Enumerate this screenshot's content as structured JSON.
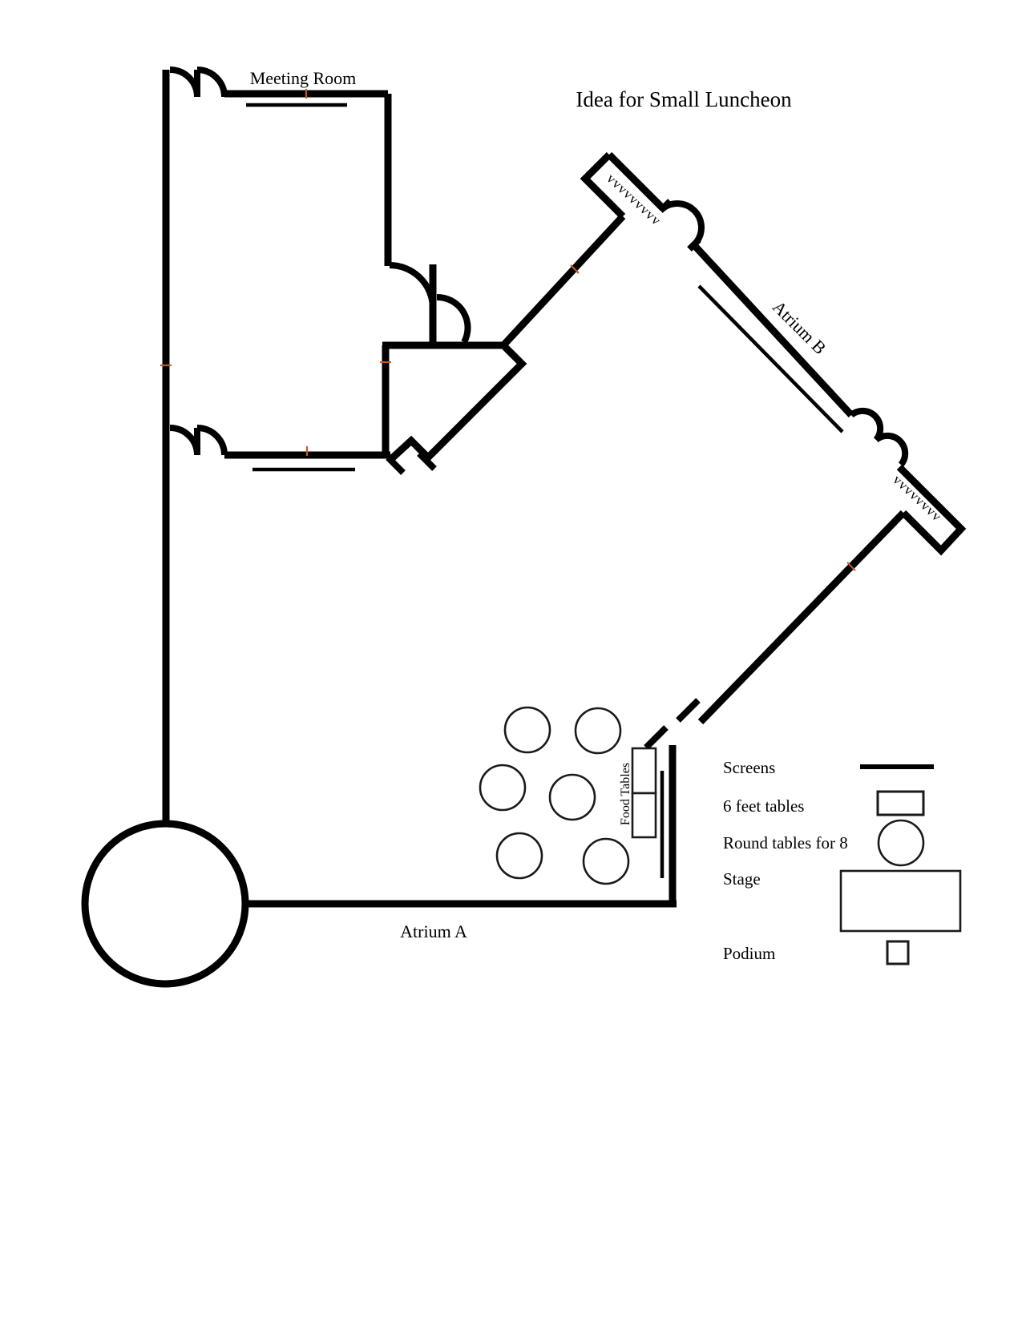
{
  "title": "Idea for Small Luncheon",
  "rooms": {
    "meeting_room": "Meeting Room",
    "atrium_a": "Atrium A",
    "atrium_b": "Atrium B"
  },
  "annotations": {
    "food_tables": "Food Tables",
    "accordion_partition_top": "vvvvvvvvv",
    "accordion_partition_bottom": "vvvvvvvv"
  },
  "legend": {
    "items": [
      {
        "label": "Screens",
        "symbol": "screen-line"
      },
      {
        "label": "6 feet tables",
        "symbol": "six-foot-table-rect"
      },
      {
        "label": "Round tables for 8",
        "symbol": "round-table-circle"
      },
      {
        "label": "Stage",
        "symbol": "stage-rect"
      },
      {
        "label": "Podium",
        "symbol": "podium-square"
      }
    ]
  },
  "floor_items": {
    "round_tables": 6,
    "food_table_sections": 2
  },
  "colors": {
    "line": "#000000",
    "background": "#ffffff",
    "anchor_tick": "#c05a2d"
  }
}
